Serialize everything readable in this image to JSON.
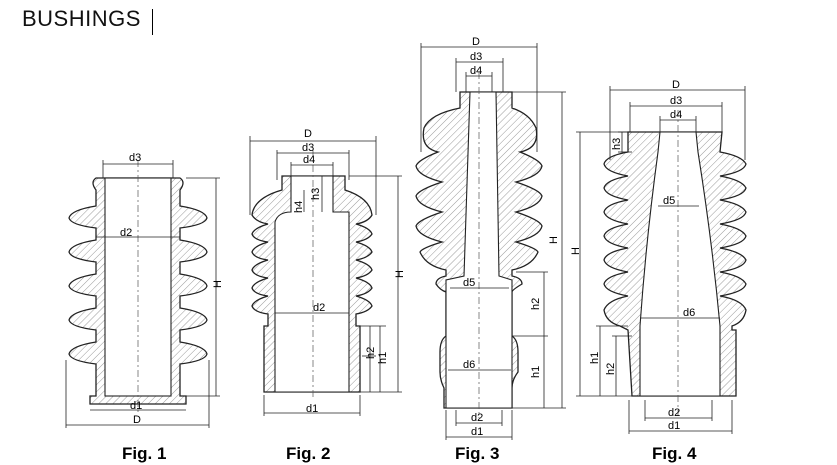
{
  "title": "BUSHINGS",
  "figures": [
    {
      "caption": "Fig. 1",
      "labels": [
        "d3",
        "d2",
        "H",
        "d1",
        "D"
      ]
    },
    {
      "caption": "Fig. 2",
      "labels": [
        "D",
        "d3",
        "d4",
        "h4",
        "h3",
        "H",
        "d2",
        "h2",
        "h1",
        "d1"
      ]
    },
    {
      "caption": "Fig. 3",
      "labels": [
        "D",
        "d3",
        "d4",
        "H",
        "d5",
        "h2",
        "d6",
        "h1",
        "d2",
        "d1"
      ]
    },
    {
      "caption": "Fig. 4",
      "labels": [
        "D",
        "d3",
        "d4",
        "h3",
        "d5",
        "H",
        "d6",
        "h1",
        "h2",
        "d2",
        "d1"
      ]
    }
  ],
  "colors": {
    "hatch": "#9a9a9a",
    "outline": "#222222"
  }
}
